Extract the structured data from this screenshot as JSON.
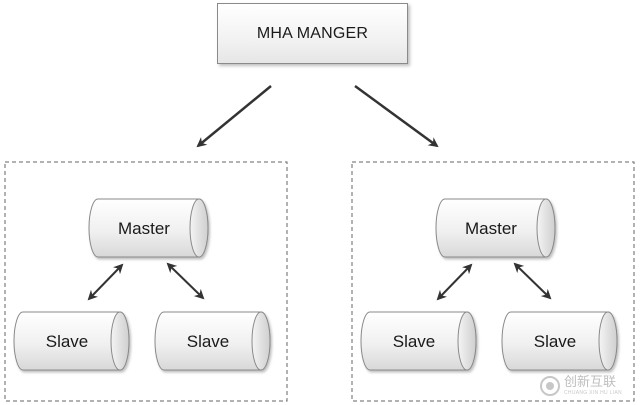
{
  "manager": {
    "label": "MHA MANGER"
  },
  "groups": [
    {
      "master": "Master",
      "slaves": [
        "Slave",
        "Slave"
      ]
    },
    {
      "master": "Master",
      "slaves": [
        "Slave",
        "Slave"
      ]
    }
  ],
  "watermark": {
    "cn": "创新互联",
    "en": "CHUANG XIN HU LIAN"
  },
  "colors": {
    "stroke": "#333333",
    "border": "#8a8a8a",
    "dash": "#666666",
    "fill_light": "#ffffff",
    "fill_dark": "#dcdcdc"
  }
}
